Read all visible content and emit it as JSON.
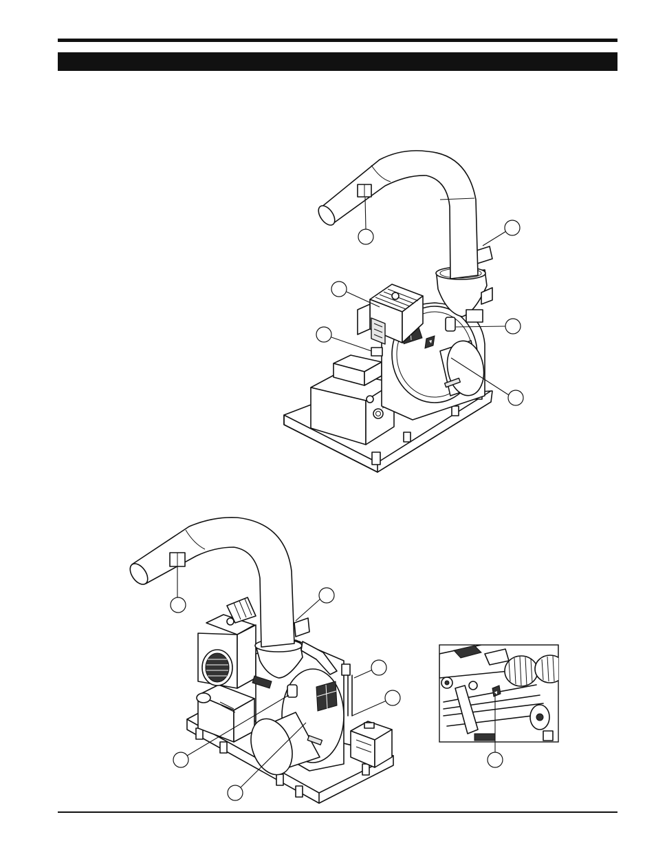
{
  "page": {
    "header_title": "",
    "footer_text": ""
  },
  "figures": [
    {
      "name": "upper-machine-view",
      "callouts": [
        "",
        "",
        "",
        "",
        ""
      ]
    },
    {
      "name": "lower-machine-view",
      "callouts": [
        "",
        "",
        "",
        "",
        ""
      ]
    },
    {
      "name": "belt-detail-inset",
      "callouts": [
        ""
      ]
    }
  ],
  "icons": {
    "callout_shape": "circle",
    "warning_decal": "warning-triangle-icon"
  }
}
